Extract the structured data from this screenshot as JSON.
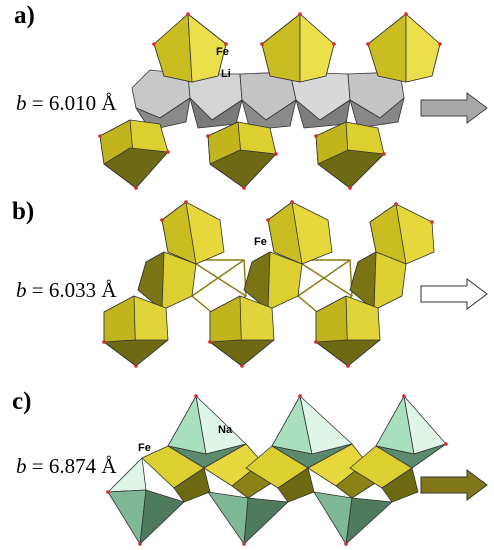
{
  "panels": [
    {
      "label": "a)",
      "b_symbol": "b",
      "b_value": "= 6.010 Å",
      "atoms": [
        "Fe",
        "Li"
      ]
    },
    {
      "label": "b)",
      "b_symbol": "b",
      "b_value": "= 6.033 Å",
      "atoms": [
        "Fe"
      ]
    },
    {
      "label": "c)",
      "b_symbol": "b",
      "b_value": "= 6.874 Å",
      "atoms": [
        "Fe",
        "Na"
      ]
    }
  ],
  "colors": {
    "fe_polyhedra": "#e0d43a",
    "li_polyhedra": "#b8b8b8",
    "na_polyhedra": "#9fd7b3",
    "arrow_a": "#a8a8a8",
    "arrow_b": "#ffffff",
    "arrow_c": "#807818"
  }
}
